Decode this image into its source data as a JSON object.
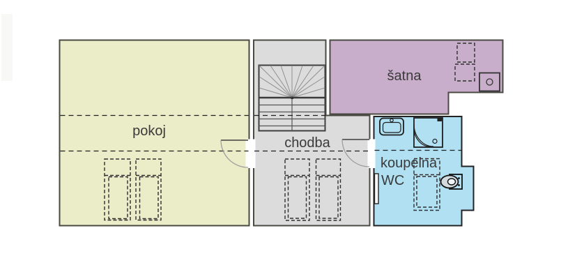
{
  "plan": {
    "rooms": {
      "pokoj": {
        "label": "pokoj",
        "fill": "#ebecc8"
      },
      "chodba": {
        "label": "chodba",
        "fill": "#dcdcdc"
      },
      "satna": {
        "label": "šatna",
        "fill": "#c9aecb"
      },
      "koupelna": {
        "label": "koupelna",
        "label2": "WC",
        "fill": "#b0e0f2"
      }
    },
    "colors": {
      "wall_outline": "#4a4a42",
      "bathroom_outline": "#222222",
      "roof_dash_line": "#1f1f1f",
      "stair_winder_lines": "#8f8f8f",
      "label_text": "#3a3a3a",
      "background": "#ffffff"
    },
    "fixture_icons": [
      "staircase-winder-icon",
      "roof-window-outline-icon",
      "washbasin-icon",
      "shower-corner-icon",
      "toilet-icon",
      "radiator-icon",
      "wardrobe-dashed-icon",
      "washing-machine-icon"
    ]
  }
}
